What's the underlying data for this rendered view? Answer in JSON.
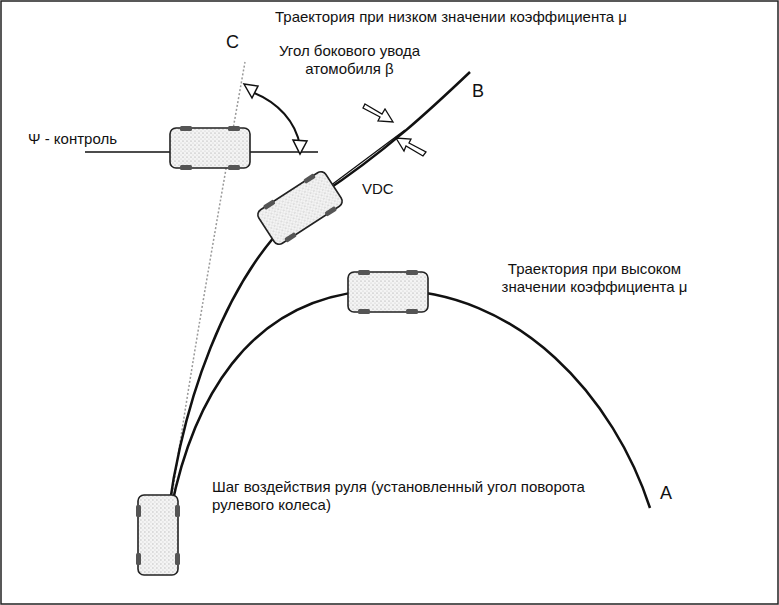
{
  "diagram": {
    "labels": [
      "Траектория при низком значении коэффициента μ",
      "C",
      "Угол бокового увода атомобиля β",
      "B",
      "Ψ - контроль",
      "VDC",
      "Траектория при высоком значении коэффициента μ",
      "Шаг воздействия руля (установленный угол поворота рулевого колеса)",
      "A"
    ]
  }
}
